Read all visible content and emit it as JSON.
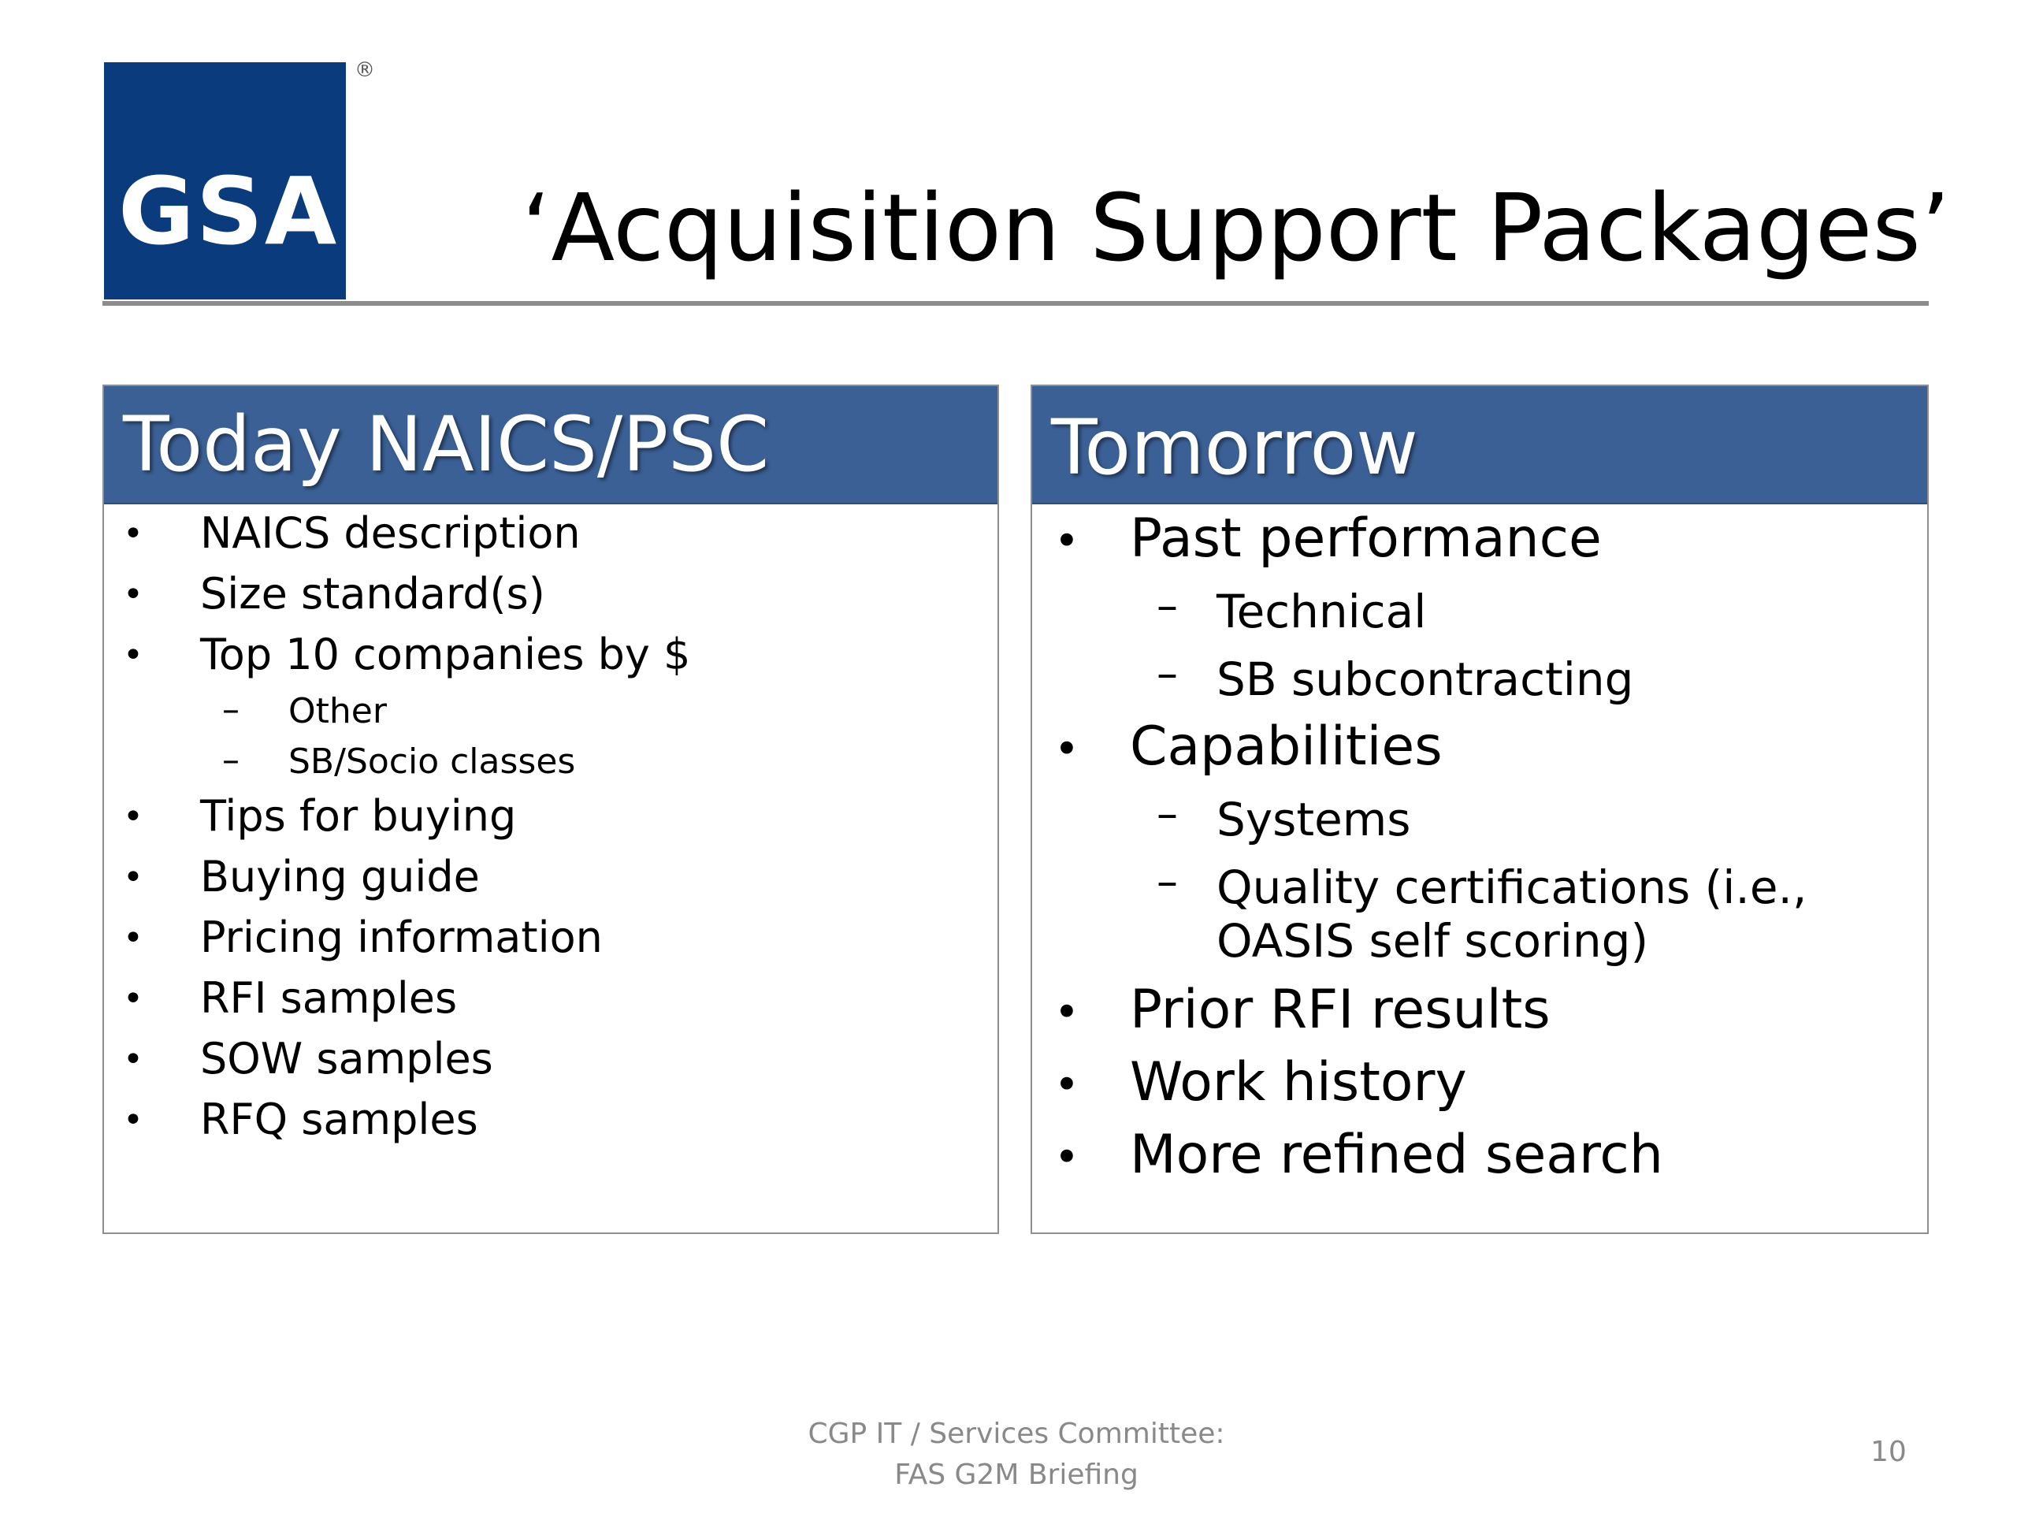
{
  "logo": {
    "text": "GSA",
    "registered_mark": "®",
    "color": "#0a3c7d"
  },
  "title": "‘Acquisition Support Packages’",
  "panels": {
    "left": {
      "header": "Today NAICS/PSC",
      "items": [
        {
          "text": "NAICS description",
          "level": 1
        },
        {
          "text": "Size standard(s)",
          "level": 1
        },
        {
          "text": "Top 10 companies by $",
          "level": 1
        },
        {
          "text": "Other",
          "level": 2
        },
        {
          "text": "SB/Socio classes",
          "level": 2
        },
        {
          "text": "Tips for buying",
          "level": 1
        },
        {
          "text": "Buying guide",
          "level": 1
        },
        {
          "text": "Pricing information",
          "level": 1
        },
        {
          "text": "RFI samples",
          "level": 1
        },
        {
          "text": "SOW samples",
          "level": 1
        },
        {
          "text": "RFQ samples",
          "level": 1
        }
      ]
    },
    "right": {
      "header": "Tomorrow",
      "items": [
        {
          "text": "Past performance",
          "level": 1
        },
        {
          "text": "Technical",
          "level": 2
        },
        {
          "text": "SB subcontracting",
          "level": 2
        },
        {
          "text": "Capabilities",
          "level": 1
        },
        {
          "text": "Systems",
          "level": 2
        },
        {
          "text": "Quality certifications (i.e., OASIS self scoring)",
          "level": 2
        },
        {
          "text": "Prior RFI results",
          "level": 1
        },
        {
          "text": "Work history",
          "level": 1
        },
        {
          "text": "More refined search",
          "level": 1
        }
      ]
    }
  },
  "symbols": {
    "bullet": "•",
    "sub_bullet": "–"
  },
  "colors": {
    "header_bg": "#3a6096",
    "rule": "#8c8c8c",
    "footer_text": "#898989"
  },
  "footer": {
    "line1": "CGP IT / Services Committee:",
    "line2": "FAS G2M Briefing"
  },
  "page_number": "10"
}
